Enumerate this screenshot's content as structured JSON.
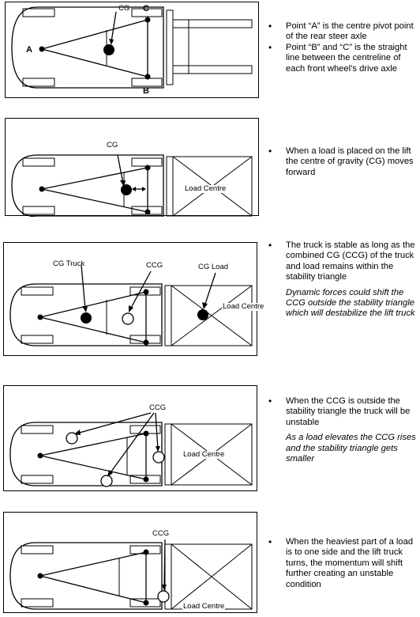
{
  "panels": [
    {
      "labels": {
        "cg": "CG",
        "a": "A",
        "b": "B",
        "c": "C"
      },
      "bullets": [
        "Point “A” is the centre pivot point of the rear steer axle",
        "Point “B” and “C” is the straight line between the centreline of each front wheel’s drive axle"
      ],
      "italic": ""
    },
    {
      "labels": {
        "cg": "CG",
        "load_centre": "Load Centre"
      },
      "bullets": [
        "When a load is placed on the lift the centre of gravity (CG) moves forward"
      ],
      "italic": ""
    },
    {
      "labels": {
        "cg_truck": "CG Truck",
        "ccg": "CCG",
        "cg_load": "CG Load",
        "load_centre": "Load Centre"
      },
      "bullets": [
        "The truck is stable as long as the combined CG (CCG) of the truck and load remains within the stability triangle"
      ],
      "italic": "Dynamic forces could shift the CCG outside the stability triangle which will destabilize the lift truck"
    },
    {
      "labels": {
        "ccg": "CCG",
        "load_centre": "Load Centre"
      },
      "bullets": [
        "When the CCG is outside the stability triangle the truck will be unstable"
      ],
      "italic": "As a load elevates the CCG rises and the stability triangle gets smaller"
    },
    {
      "labels": {
        "ccg": "CCG",
        "load_centre": "Load Centre"
      },
      "bullets": [
        "When the heaviest part of a load is to one side and the lift truck turns, the momentum will shift further creating an unstable condition"
      ],
      "italic": ""
    }
  ]
}
